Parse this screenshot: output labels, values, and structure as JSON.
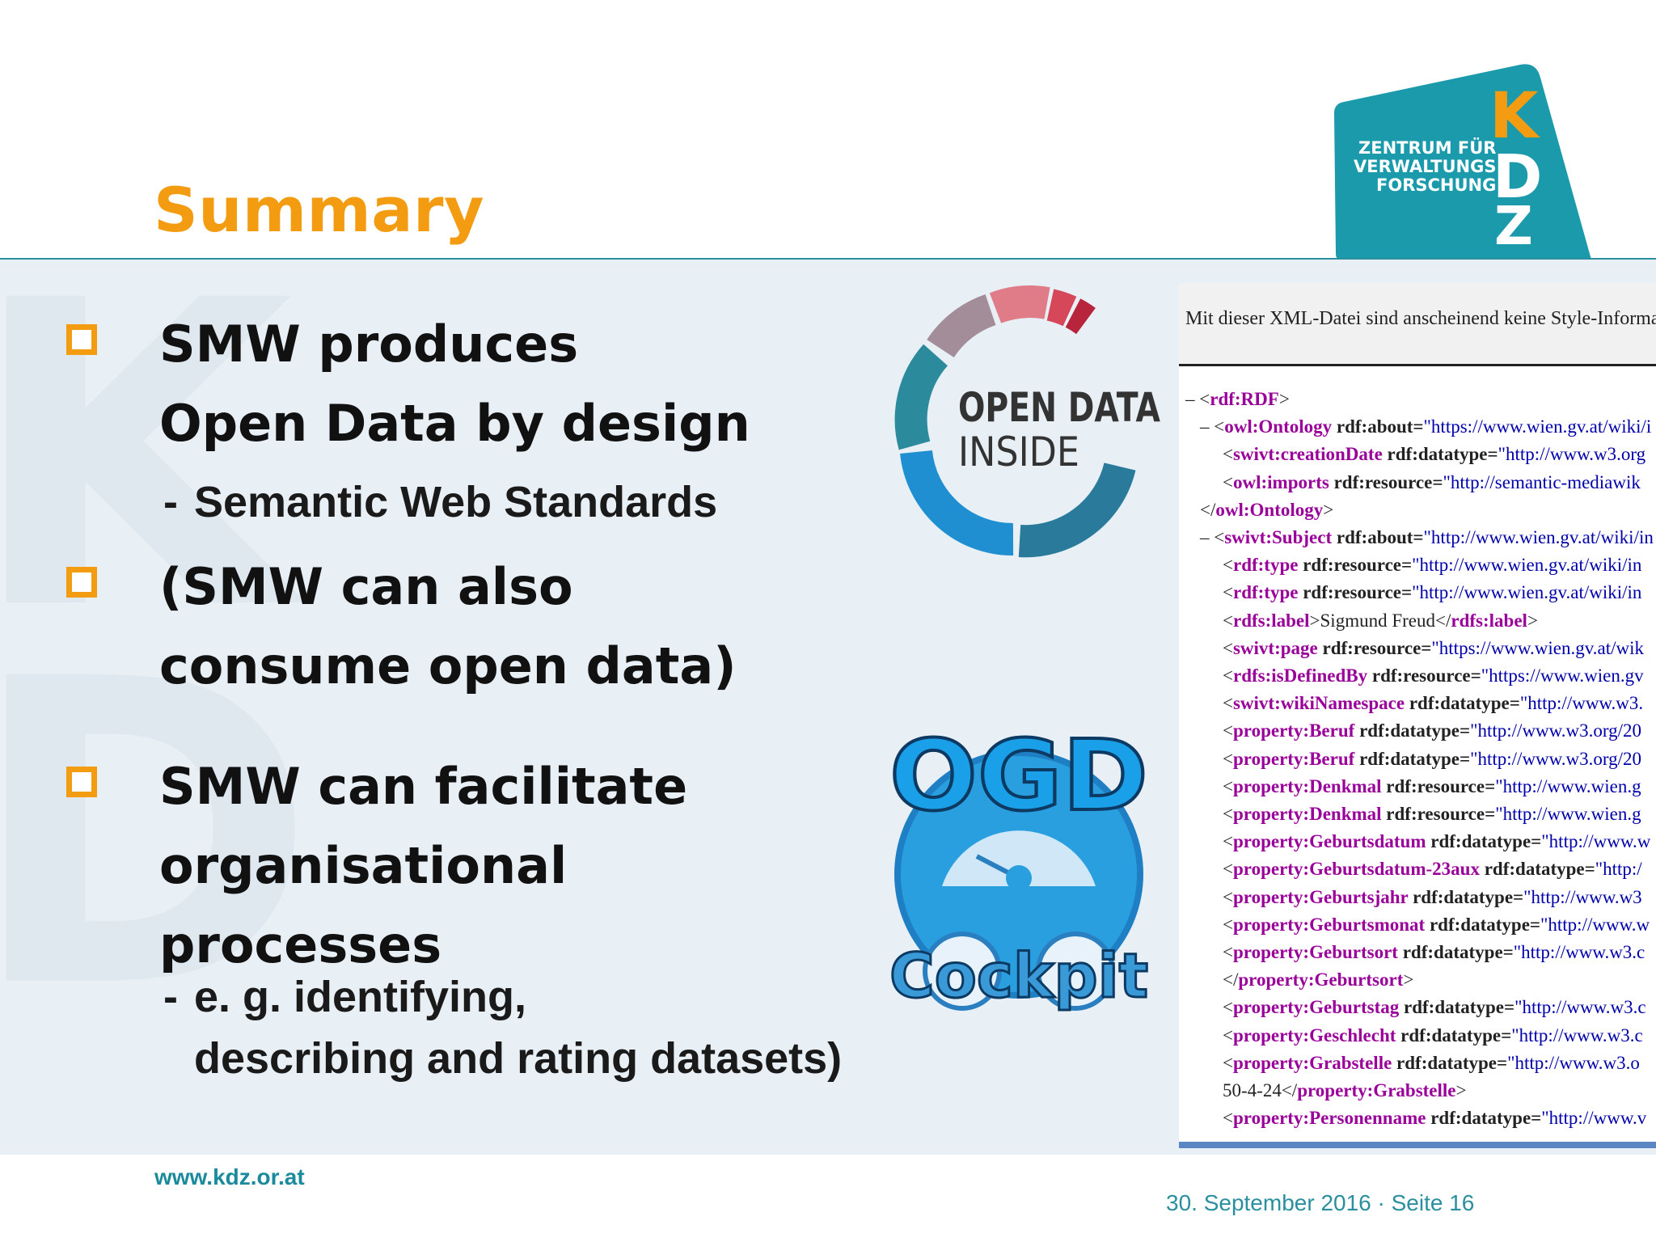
{
  "slide": {
    "title": "Summary",
    "bullets": [
      {
        "lines": [
          "SMW produces",
          "Open Data by design"
        ],
        "sub": [
          "Semantic Web Standards"
        ]
      },
      {
        "lines": [
          "(SMW can also",
          "consume open data)"
        ],
        "sub": []
      },
      {
        "lines": [
          "SMW can facilitate",
          "organisational",
          "processes"
        ],
        "sub": [
          "e. g. identifying,",
          "describing and rating datasets)"
        ]
      }
    ]
  },
  "logo": {
    "line1": "ZENTRUM FÜR",
    "line2": "VERWALTUNGS",
    "line3": "FORSCHUNG",
    "letters": [
      "K",
      "D",
      "Z"
    ],
    "colors": {
      "teal": "#1a9aab",
      "orange": "#f39c12"
    }
  },
  "open_data_badge": {
    "line1": "OPEN DATA",
    "line2": "INSIDE"
  },
  "ogd_badge": {
    "top": "OGD",
    "bottom": "Cockpit"
  },
  "xml_viewer": {
    "header": "Mit dieser XML-Datei sind anscheinend keine Style-Informati",
    "lines": [
      {
        "indent": 0,
        "prefix": "– <",
        "tag": "rdf:RDF",
        "rest": ">"
      },
      {
        "indent": 1,
        "prefix": "– <",
        "tag": "owl:Ontology",
        "attr": " rdf:about=",
        "val": "\"https://www.wien.gv.at/wiki/i"
      },
      {
        "indent": 2,
        "prefix": "<",
        "tag": "swivt:creationDate",
        "attr": " rdf:datatype=",
        "val": "\"http://www.w3.org"
      },
      {
        "indent": 2,
        "prefix": "<",
        "tag": "owl:imports",
        "attr": " rdf:resource=",
        "val": "\"http://semantic-mediawik"
      },
      {
        "indent": 1,
        "prefix": "</",
        "tag": "owl:Ontology",
        "rest": ">"
      },
      {
        "indent": 1,
        "prefix": "– <",
        "tag": "swivt:Subject",
        "attr": " rdf:about=",
        "val": "\"http://www.wien.gv.at/wiki/in"
      },
      {
        "indent": 2,
        "prefix": "<",
        "tag": "rdf:type",
        "attr": " rdf:resource=",
        "val": "\"http://www.wien.gv.at/wiki/in"
      },
      {
        "indent": 2,
        "prefix": "<",
        "tag": "rdf:type",
        "attr": " rdf:resource=",
        "val": "\"http://www.wien.gv.at/wiki/in"
      },
      {
        "indent": 2,
        "prefix": "<",
        "tag": "rdfs:label",
        "rest": ">Sigmund Freud</",
        "tag2": "rdfs:label",
        "rest2": ">"
      },
      {
        "indent": 2,
        "prefix": "<",
        "tag": "swivt:page",
        "attr": " rdf:resource=",
        "val": "\"https://www.wien.gv.at/wik"
      },
      {
        "indent": 2,
        "prefix": "<",
        "tag": "rdfs:isDefinedBy",
        "attr": " rdf:resource=",
        "val": "\"https://www.wien.gv"
      },
      {
        "indent": 2,
        "prefix": "<",
        "tag": "swivt:wikiNamespace",
        "attr": " rdf:datatype=",
        "val": "\"http://www.w3."
      },
      {
        "indent": 2,
        "prefix": "<",
        "tag": "property:Beruf",
        "attr": " rdf:datatype=",
        "val": "\"http://www.w3.org/20"
      },
      {
        "indent": 2,
        "prefix": "<",
        "tag": "property:Beruf",
        "attr": " rdf:datatype=",
        "val": "\"http://www.w3.org/20"
      },
      {
        "indent": 2,
        "prefix": "<",
        "tag": "property:Denkmal",
        "attr": " rdf:resource=",
        "val": "\"http://www.wien.g"
      },
      {
        "indent": 2,
        "prefix": "<",
        "tag": "property:Denkmal",
        "attr": " rdf:resource=",
        "val": "\"http://www.wien.g"
      },
      {
        "indent": 2,
        "prefix": "<",
        "tag": "property:Geburtsdatum",
        "attr": " rdf:datatype=",
        "val": "\"http://www.w"
      },
      {
        "indent": 2,
        "prefix": "<",
        "tag": "property:Geburtsdatum-23aux",
        "attr": " rdf:datatype=",
        "val": "\"http:/"
      },
      {
        "indent": 2,
        "prefix": "<",
        "tag": "property:Geburtsjahr",
        "attr": " rdf:datatype=",
        "val": "\"http://www.w3"
      },
      {
        "indent": 2,
        "prefix": "<",
        "tag": "property:Geburtsmonat",
        "attr": " rdf:datatype=",
        "val": "\"http://www.w"
      },
      {
        "indent": 2,
        "prefix": "<",
        "tag": "property:Geburtsort",
        "attr": " rdf:datatype=",
        "val": "\"http://www.w3.c"
      },
      {
        "indent": 2,
        "prefix": "</",
        "tag": "property:Geburtsort",
        "rest": ">"
      },
      {
        "indent": 2,
        "prefix": "<",
        "tag": "property:Geburtstag",
        "attr": " rdf:datatype=",
        "val": "\"http://www.w3.c"
      },
      {
        "indent": 2,
        "prefix": "<",
        "tag": "property:Geschlecht",
        "attr": " rdf:datatype=",
        "val": "\"http://www.w3.c"
      },
      {
        "indent": 2,
        "prefix": "<",
        "tag": "property:Grabstelle",
        "attr": " rdf:datatype=",
        "val": "\"http://www.w3.o"
      },
      {
        "indent": 2,
        "prefix": "50-4-24</",
        "tag": "property:Grabstelle",
        "rest": ">"
      },
      {
        "indent": 2,
        "prefix": "<",
        "tag": "property:Personenname",
        "attr": " rdf:datatype=",
        "val": "\"http://www.v"
      }
    ]
  },
  "footer": {
    "url": "www.kdz.or.at",
    "date": "30. September 2016 · Seite 16"
  }
}
